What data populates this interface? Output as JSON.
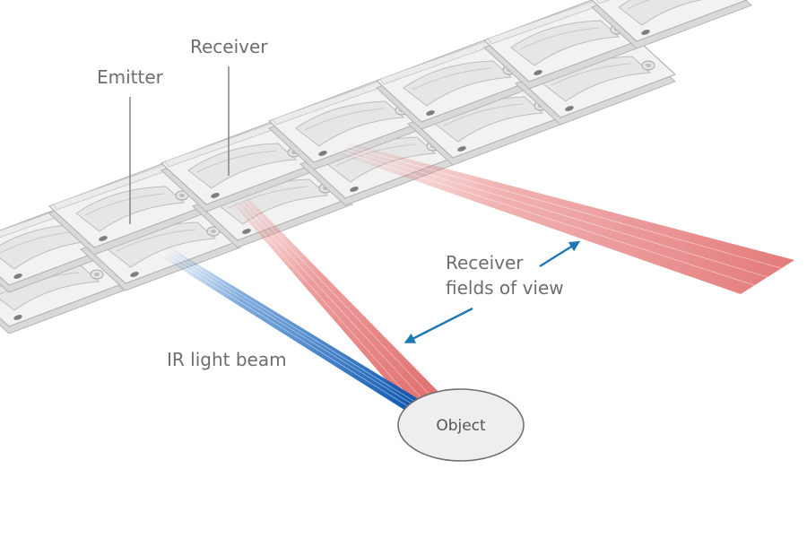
{
  "labels": {
    "emitter": "Emitter",
    "receiver": "Receiver",
    "receiver_fov_line1": "Receiver",
    "receiver_fov_line2": "fields of view",
    "ir_beam": "IR light beam",
    "object": "Object"
  },
  "colors": {
    "ir_beam": "#1565c0",
    "receiver_field": "#e57373",
    "arrow": "#1e78b4",
    "module_fill": "#f2f2f2",
    "module_stroke": "#b5b5b5",
    "label_text": "#6e6e6e"
  }
}
